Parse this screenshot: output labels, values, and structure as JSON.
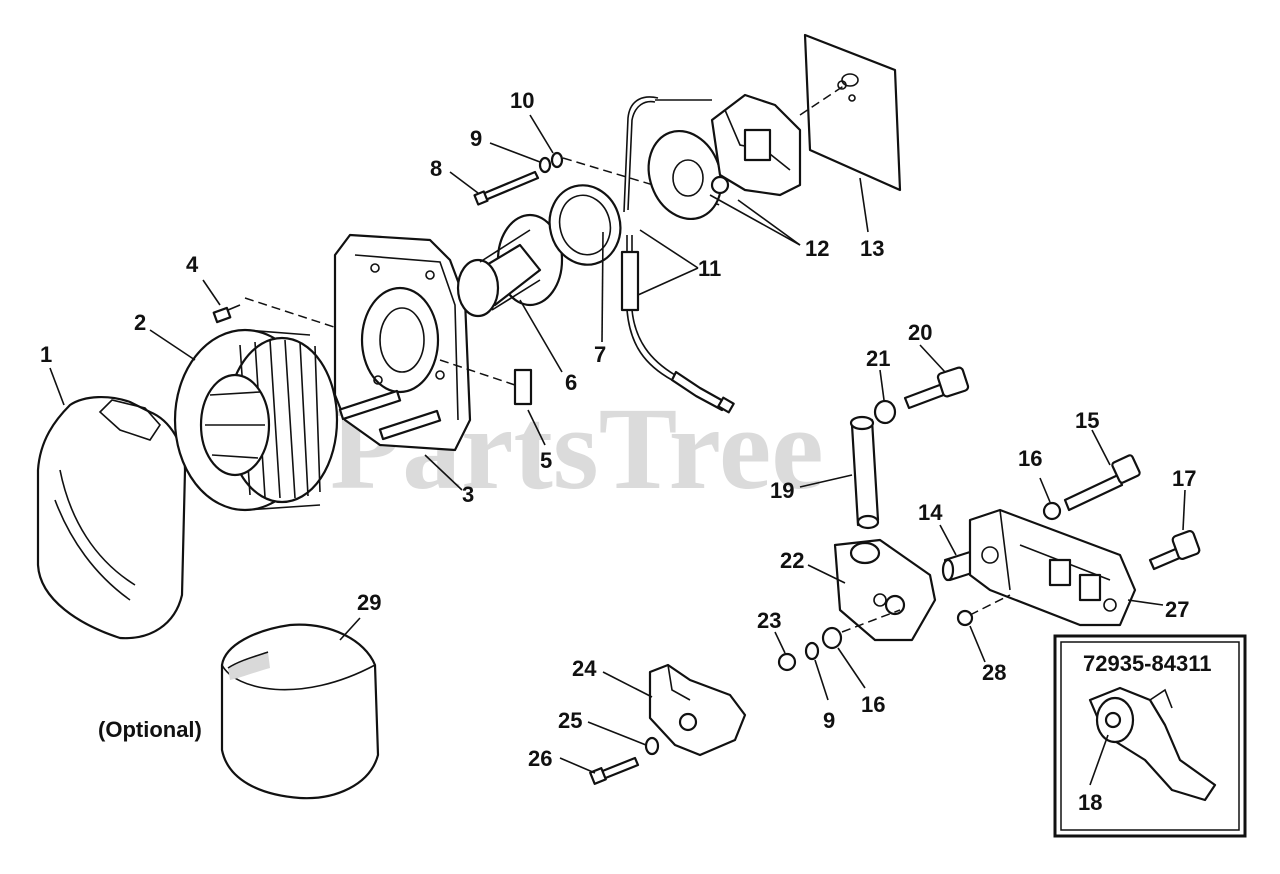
{
  "watermark": "PartsTree",
  "callouts": [
    {
      "id": "c1",
      "text": "1"
    },
    {
      "id": "c2",
      "text": "2"
    },
    {
      "id": "c3",
      "text": "3"
    },
    {
      "id": "c4",
      "text": "4"
    },
    {
      "id": "c5",
      "text": "5"
    },
    {
      "id": "c6",
      "text": "6"
    },
    {
      "id": "c7",
      "text": "7"
    },
    {
      "id": "c8",
      "text": "8"
    },
    {
      "id": "c9a",
      "text": "9"
    },
    {
      "id": "c10",
      "text": "10"
    },
    {
      "id": "c11",
      "text": "11"
    },
    {
      "id": "c12",
      "text": "12"
    },
    {
      "id": "c13",
      "text": "13"
    },
    {
      "id": "c14",
      "text": "14"
    },
    {
      "id": "c15",
      "text": "15"
    },
    {
      "id": "c16a",
      "text": "16"
    },
    {
      "id": "c17",
      "text": "17"
    },
    {
      "id": "c19",
      "text": "19"
    },
    {
      "id": "c20",
      "text": "20"
    },
    {
      "id": "c21",
      "text": "21"
    },
    {
      "id": "c22",
      "text": "22"
    },
    {
      "id": "c23",
      "text": "23"
    },
    {
      "id": "c9b",
      "text": "9"
    },
    {
      "id": "c16b",
      "text": "16"
    },
    {
      "id": "c24",
      "text": "24"
    },
    {
      "id": "c25",
      "text": "25"
    },
    {
      "id": "c26",
      "text": "26"
    },
    {
      "id": "c27",
      "text": "27"
    },
    {
      "id": "c28",
      "text": "28"
    },
    {
      "id": "c29",
      "text": "29"
    }
  ],
  "optional_label": "(Optional)",
  "inset": {
    "part_number": "72935-84311",
    "callout": "18"
  }
}
